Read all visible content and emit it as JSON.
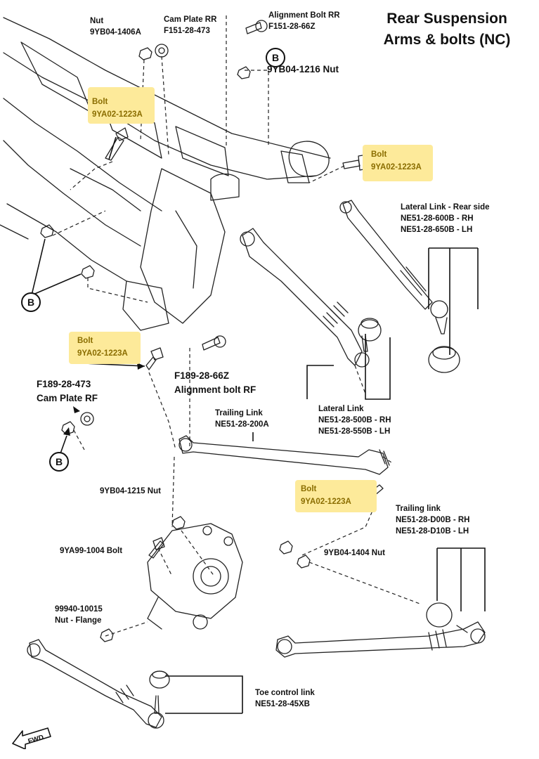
{
  "title": {
    "line1": "Rear Suspension",
    "line2": "Arms & bolts (NC)"
  },
  "labels": {
    "nut_1406": {
      "l1": "Nut",
      "l2": "9YB04-1406A"
    },
    "cam_plate_rr": {
      "l1": "Cam Plate RR",
      "l2": "F151-28-473"
    },
    "alignment_bolt_rr": {
      "l1": "Alignment Bolt RR",
      "l2": "F151-28-66Z"
    },
    "nut_1216": {
      "l1": "9YB04-1216 Nut"
    },
    "lateral_link_rear": {
      "l1": "Lateral Link - Rear side",
      "l2": "NE51-28-600B - RH",
      "l3": "NE51-28-650B - LH"
    },
    "alignment_bolt_rf": {
      "l1": "F189-28-66Z",
      "l2": "Alignment bolt RF"
    },
    "cam_plate_rf": {
      "l1": "F189-28-473",
      "l2": "Cam Plate RF"
    },
    "lateral_link": {
      "l1": "Lateral Link",
      "l2": "NE51-28-500B - RH",
      "l3": "NE51-28-550B - LH"
    },
    "trailing_link_upper": {
      "l1": "Trailing Link",
      "l2": "NE51-28-200A"
    },
    "nut_1215": {
      "l1": "9YB04-1215 Nut"
    },
    "bolt_1004": {
      "l1": "9YA99-1004 Bolt"
    },
    "trailing_link_lower": {
      "l1": "Trailing link",
      "l2": "NE51-28-D00B - RH",
      "l3": "NE51-28-D10B - LH"
    },
    "nut_1404": {
      "l1": "9YB04-1404 Nut"
    },
    "nut_flange": {
      "l1": "99940-10015",
      "l2": "Nut - Flange"
    },
    "toe_control_link": {
      "l1": "Toe control link",
      "l2": "NE51-28-45XB"
    }
  },
  "highlights": [
    {
      "l1": "Bolt",
      "l2": "9YA02-1223A"
    },
    {
      "l1": "Bolt",
      "l2": "9YA02-1223A"
    },
    {
      "l1": "Bolt",
      "l2": "9YA02-1223A"
    },
    {
      "l1": "Bolt",
      "l2": "9YA02-1223A"
    }
  ],
  "b_markers": [
    "B",
    "B",
    "B"
  ],
  "fwd_label": "FWD",
  "colors": {
    "highlight": "#fdea9a",
    "highlight_text": "#8a6d00",
    "line": "#111111"
  }
}
